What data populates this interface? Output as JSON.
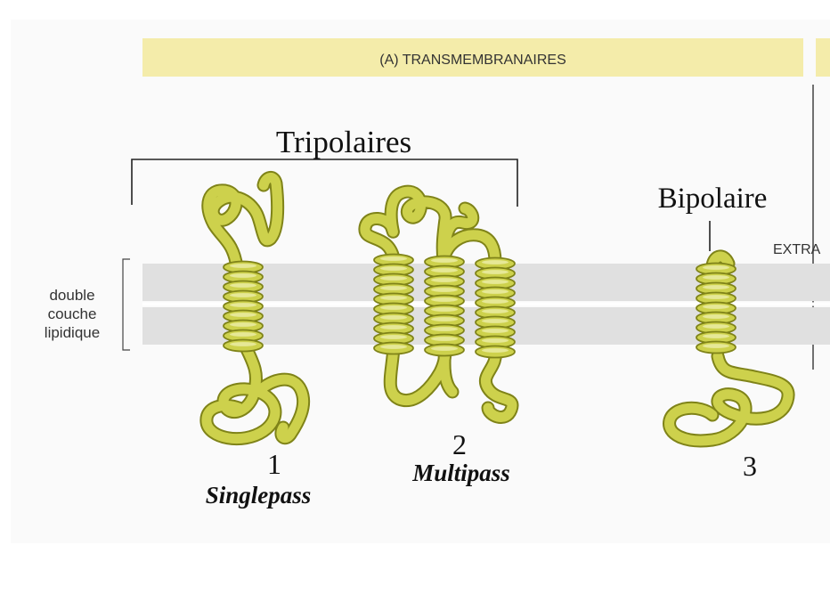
{
  "header": {
    "panel_title": "(A) TRANSMEMBRANAIRES"
  },
  "groups": {
    "tripolar_label": "Tripolaires",
    "bipolar_label": "Bipolaire"
  },
  "side_label": "EXTRA",
  "membrane": {
    "label_line1": "double",
    "label_line2": "couche",
    "label_line3": "lipidique"
  },
  "proteins": [
    {
      "number": "1",
      "type": "Singlepass"
    },
    {
      "number": "2",
      "type": "Multipass"
    },
    {
      "number": "3",
      "type": ""
    }
  ],
  "colors": {
    "header_band": "#f4ecaa",
    "membrane": "#e0e0e0",
    "protein_fill": "#cdd14c",
    "protein_edge": "#7f8318",
    "divider": "#707070"
  }
}
